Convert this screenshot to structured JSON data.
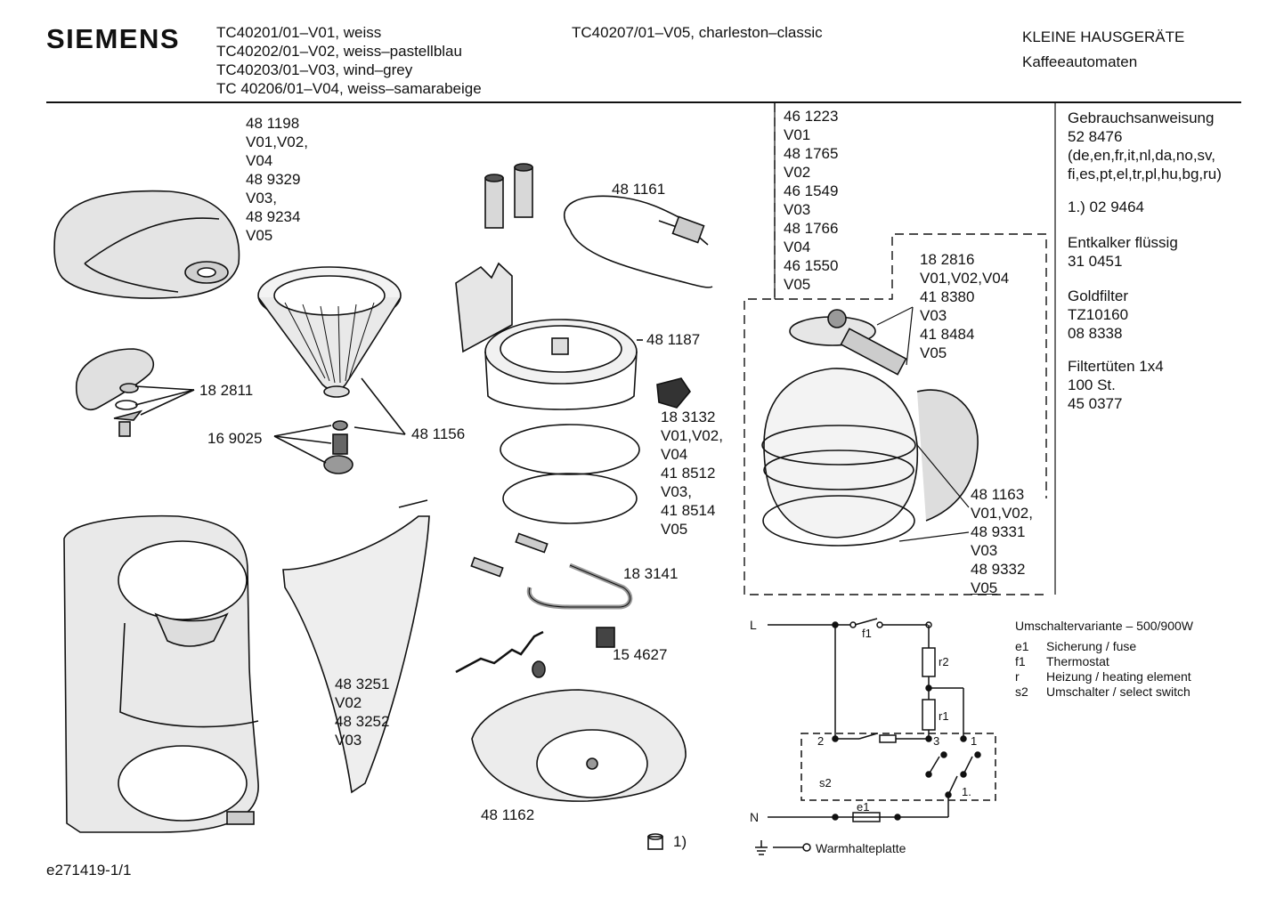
{
  "brand": "SIEMENS",
  "models": [
    "TC40201/01–V01, weiss",
    "TC40202/01–V02, weiss–pastellblau",
    "TC40203/01–V03, wind–grey",
    "TC 40206/01–V04, weiss–samarabeige"
  ],
  "model_right": "TC40207/01–V05, charleston–classic",
  "category": "KLEINE HAUSGERÄTE",
  "subcategory": "Kaffeeautomaten",
  "footer_code": "e271419-1/1",
  "parts": {
    "lid": [
      "48 1198",
      "V01,V02,",
      "V04",
      "48 9329",
      "V03,",
      "48 9234",
      "V05"
    ],
    "center_col": [
      "46 1223",
      "V01",
      "48 1765",
      "V02",
      "46 1549",
      "V03",
      "48 1766",
      "V04",
      "46 1550",
      "V05"
    ],
    "cable": "48 1161",
    "heater_ring": "48 1187",
    "switch": [
      "18 3132",
      "V01,V02,",
      "V04",
      "41 8512",
      "V03,",
      "41 8514",
      "V05"
    ],
    "jug_lid": [
      "18 2816",
      "V01,V02,V04",
      "41 8380",
      "V03",
      "41 8484",
      "V05"
    ],
    "jug": [
      "48 1163",
      "V01,V02,",
      "48 9331",
      "V03",
      "48 9332",
      "V05"
    ],
    "valve": "18 2811",
    "spring": "16 9025",
    "filter": "48 1156",
    "element": "18 3141",
    "thermostat": "15 4627",
    "cover": [
      "48 3251",
      "V02",
      "48 3252",
      "V03"
    ],
    "base": "48 1162",
    "note_part": "1)"
  },
  "sidebar": {
    "manual": [
      "Gebrauchsanweisung",
      "52 8476",
      "(de,en,fr,it,nl,da,no,sv,",
      "fi,es,pt,el,tr,pl,hu,bg,ru)"
    ],
    "note": "1.) 02 9464",
    "descaler": [
      "Entkalker flüssig",
      "31 0451"
    ],
    "goldfilter": [
      "Goldfilter",
      "TZ10160",
      "08 8338"
    ],
    "filterbags": [
      "Filtertüten 1x4",
      "100 St.",
      "45 0377"
    ]
  },
  "circuit": {
    "title": "Umschaltervariante – 500/900W",
    "legend": [
      {
        "code": "e1",
        "text": "Sicherung / fuse"
      },
      {
        "code": "f1",
        "text": "Thermostat"
      },
      {
        "code": "r",
        "text": "Heizung / heating element"
      },
      {
        "code": "s2",
        "text": "Umschalter / select switch"
      }
    ],
    "label_L": "L",
    "label_N": "N",
    "label_f1": "f1",
    "label_r2": "r2",
    "label_r1": "r1",
    "label_s2": "s2",
    "label_e1": "e1",
    "pin2": "2",
    "pin3": "3",
    "pin1": "1",
    "pin1dot": "1.",
    "ground_label": "Warmhalteplatte"
  }
}
